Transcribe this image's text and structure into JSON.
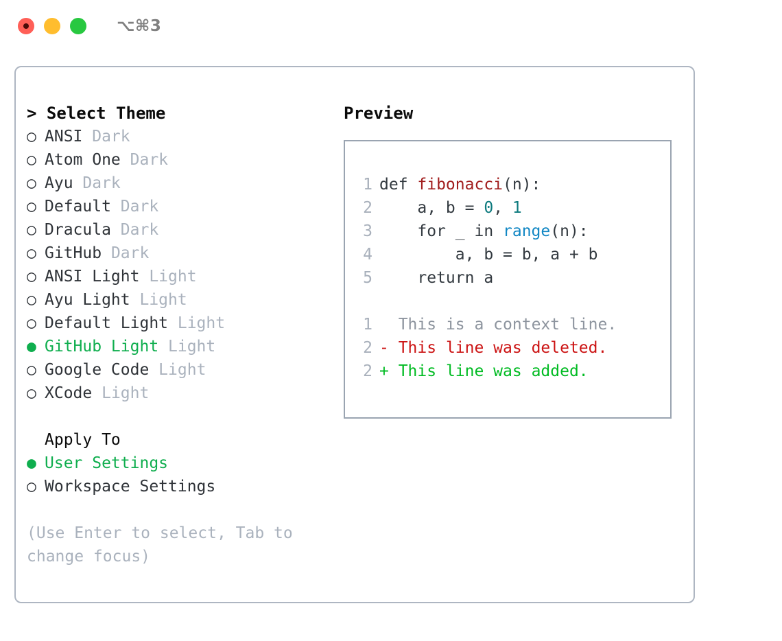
{
  "titlebar": {
    "shortcut": "⌥⌘3",
    "lights": [
      "close-red",
      "minimize-yellow",
      "zoom-green"
    ]
  },
  "left": {
    "header": "> Select Theme",
    "themes": [
      {
        "marker": "○",
        "name": "ANSI",
        "variant": "Dark",
        "selected": false
      },
      {
        "marker": "○",
        "name": "Atom One",
        "variant": "Dark",
        "selected": false
      },
      {
        "marker": "○",
        "name": "Ayu",
        "variant": "Dark",
        "selected": false
      },
      {
        "marker": "○",
        "name": "Default",
        "variant": "Dark",
        "selected": false
      },
      {
        "marker": "○",
        "name": "Dracula",
        "variant": "Dark",
        "selected": false
      },
      {
        "marker": "○",
        "name": "GitHub",
        "variant": "Dark",
        "selected": false
      },
      {
        "marker": "○",
        "name": "ANSI Light",
        "variant": "Light",
        "selected": false
      },
      {
        "marker": "○",
        "name": "Ayu Light",
        "variant": "Light",
        "selected": false
      },
      {
        "marker": "○",
        "name": "Default Light",
        "variant": "Light",
        "selected": false
      },
      {
        "marker": "●",
        "name": "GitHub Light",
        "variant": "Light",
        "selected": true
      },
      {
        "marker": "○",
        "name": "Google Code",
        "variant": "Light",
        "selected": false
      },
      {
        "marker": "○",
        "name": "XCode",
        "variant": "Light",
        "selected": false
      }
    ],
    "apply_to": {
      "title": "Apply To",
      "options": [
        {
          "marker": "●",
          "name": "User Settings",
          "selected": true
        },
        {
          "marker": "○",
          "name": "Workspace Settings",
          "selected": false
        }
      ]
    },
    "hint": "(Use Enter to select, Tab to change focus)"
  },
  "right": {
    "header": "Preview",
    "code_lines": [
      {
        "ln": "1",
        "segments": [
          {
            "text": "def ",
            "cls": "tok-def"
          },
          {
            "text": "fibonacci",
            "cls": "tok-fn"
          },
          {
            "text": "(n):",
            "cls": "tok-plain"
          }
        ]
      },
      {
        "ln": "2",
        "segments": [
          {
            "text": "    a, b = ",
            "cls": "tok-plain"
          },
          {
            "text": "0",
            "cls": "tok-num"
          },
          {
            "text": ", ",
            "cls": "tok-plain"
          },
          {
            "text": "1",
            "cls": "tok-num"
          }
        ]
      },
      {
        "ln": "3",
        "segments": [
          {
            "text": "    for _ in ",
            "cls": "tok-plain"
          },
          {
            "text": "range",
            "cls": "tok-builtin"
          },
          {
            "text": "(n):",
            "cls": "tok-plain"
          }
        ]
      },
      {
        "ln": "4",
        "segments": [
          {
            "text": "        a, b = b, a + b",
            "cls": "tok-plain"
          }
        ]
      },
      {
        "ln": "5",
        "segments": [
          {
            "text": "    return a",
            "cls": "tok-plain"
          }
        ]
      }
    ],
    "diff_lines": [
      {
        "ln": "1",
        "prefix": "  ",
        "text": "This is a context line.",
        "cls": "diff-ctx"
      },
      {
        "ln": "2",
        "prefix": "- ",
        "text": "This line was deleted.",
        "cls": "diff-del"
      },
      {
        "ln": "2",
        "prefix": "+ ",
        "text": "This line was added.",
        "cls": "diff-add"
      }
    ]
  },
  "colors": {
    "accent_green": "#0fae4e",
    "diff_add": "#00bb22",
    "diff_del": "#cc1414",
    "muted": "#aab2bd",
    "panel_border": "#aeb6c2",
    "code_border": "#9aa4b1",
    "light_red": "#ff5f57",
    "light_yellow": "#ffbd2e",
    "light_green": "#28c840"
  }
}
